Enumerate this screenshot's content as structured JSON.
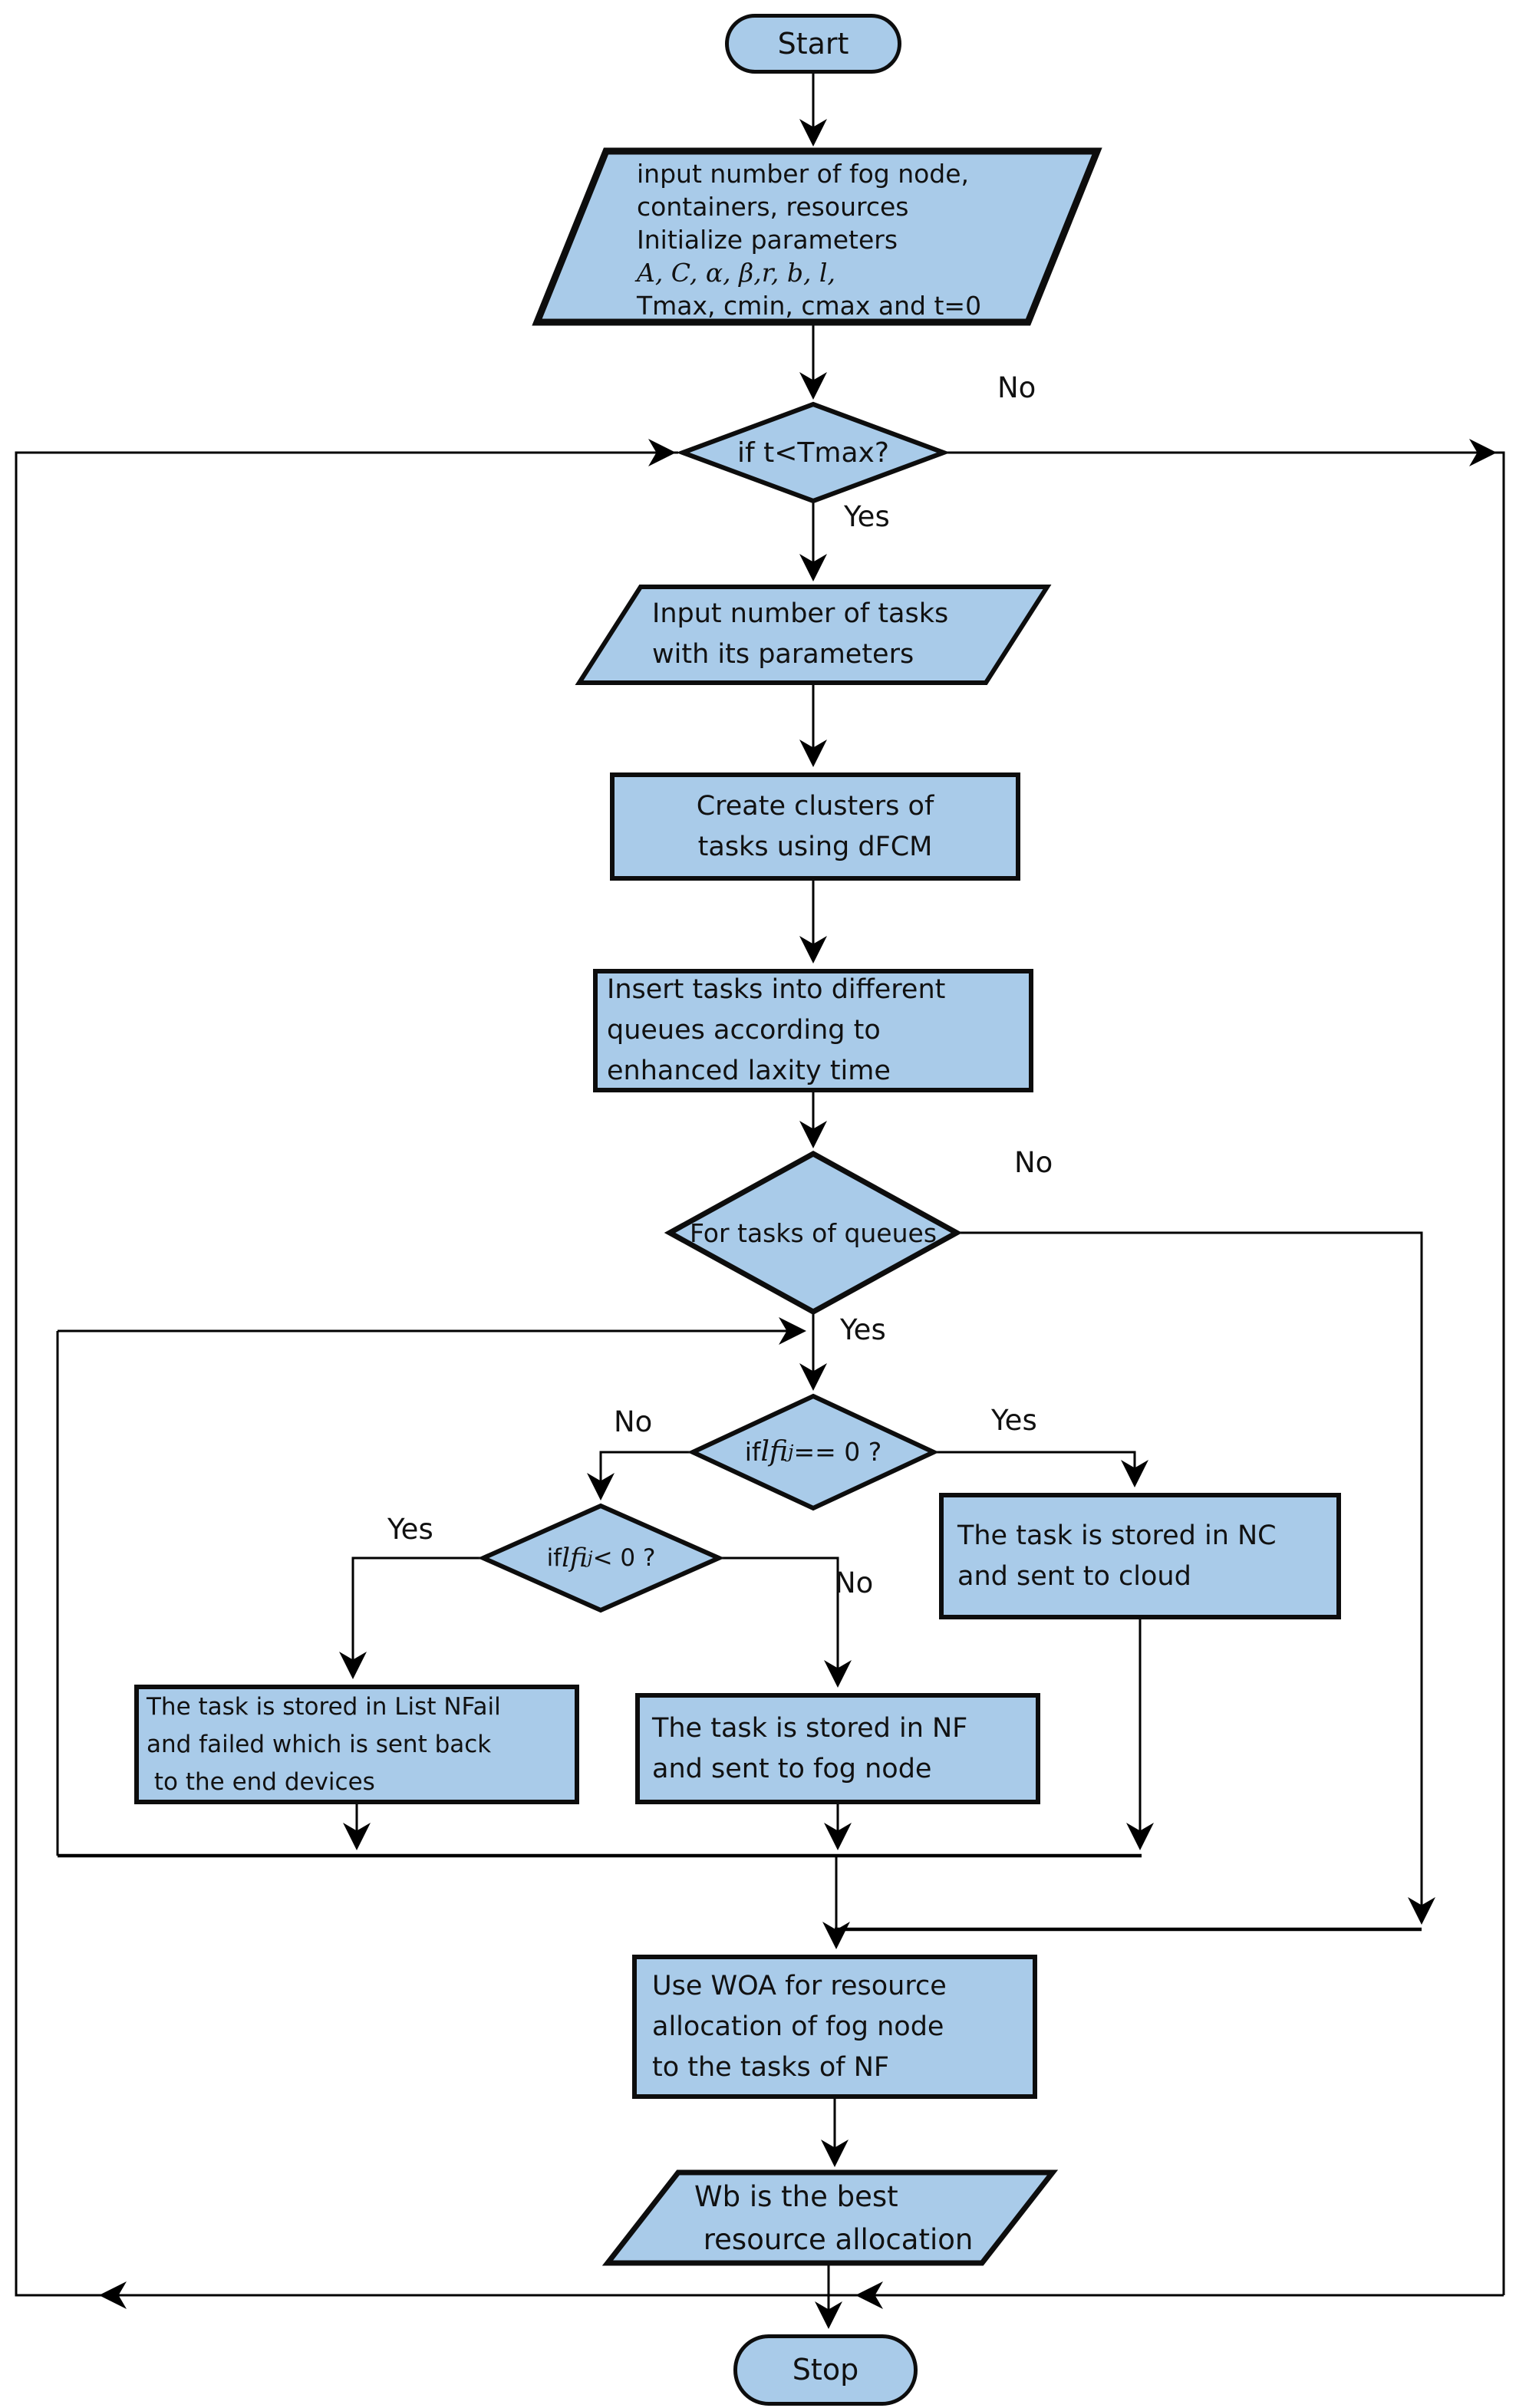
{
  "title": "Task scheduling and resource allocation flowchart",
  "colors": {
    "node_fill": "#a9cbe9",
    "node_border": "#0d0d0d",
    "edge": "#000000",
    "background": "#ffffff",
    "text": "#111111"
  },
  "nodes": {
    "start": {
      "label": "Start"
    },
    "init": {
      "lines": [
        "input number of fog node,",
        "containers, resources",
        "Initialize parameters",
        "A, C, α, β,r, b, l,",
        "Tmax, cmin, cmax and t=0"
      ]
    },
    "check_tmax": {
      "label": "if t<Tmax?"
    },
    "input_tasks": {
      "lines": [
        "Input number of tasks",
        "with its parameters"
      ]
    },
    "create_clusters": {
      "lines": [
        "Create clusters of",
        "tasks using dFCM"
      ]
    },
    "insert_tasks": {
      "lines": [
        "Insert tasks into different",
        "queues according to",
        "enhanced laxity time"
      ]
    },
    "for_tasks": {
      "label": "For tasks of queues"
    },
    "check_lf_zero": {
      "pre": "if ",
      "base": "lfi",
      "sup": "j",
      "post": " ==  0 ?"
    },
    "check_lf_neg": {
      "pre": "if ",
      "base": "lfi",
      "sup": "j",
      "post": " < 0 ?"
    },
    "store_nc": {
      "lines": [
        "The task is stored in NC",
        "and sent to cloud"
      ]
    },
    "store_nfail": {
      "lines": [
        "The task is stored in List NFail",
        "and failed which is sent back",
        " to the end devices"
      ]
    },
    "store_nf": {
      "lines": [
        "The task is stored in NF",
        "and sent to fog node"
      ]
    },
    "use_woa": {
      "lines": [
        "Use WOA for resource",
        "allocation of fog node",
        "to the tasks of NF"
      ]
    },
    "wb_best": {
      "lines": [
        "Wb is the best",
        " resource allocation"
      ]
    },
    "stop": {
      "label": "Stop"
    }
  },
  "edge_labels": {
    "tmax_no": "No",
    "tmax_yes": "Yes",
    "queue_no": "No",
    "queue_yes": "Yes",
    "lfzero_no": "No",
    "lfzero_yes": "Yes",
    "lfneg_yes": "Yes",
    "lfneg_no": "No"
  }
}
